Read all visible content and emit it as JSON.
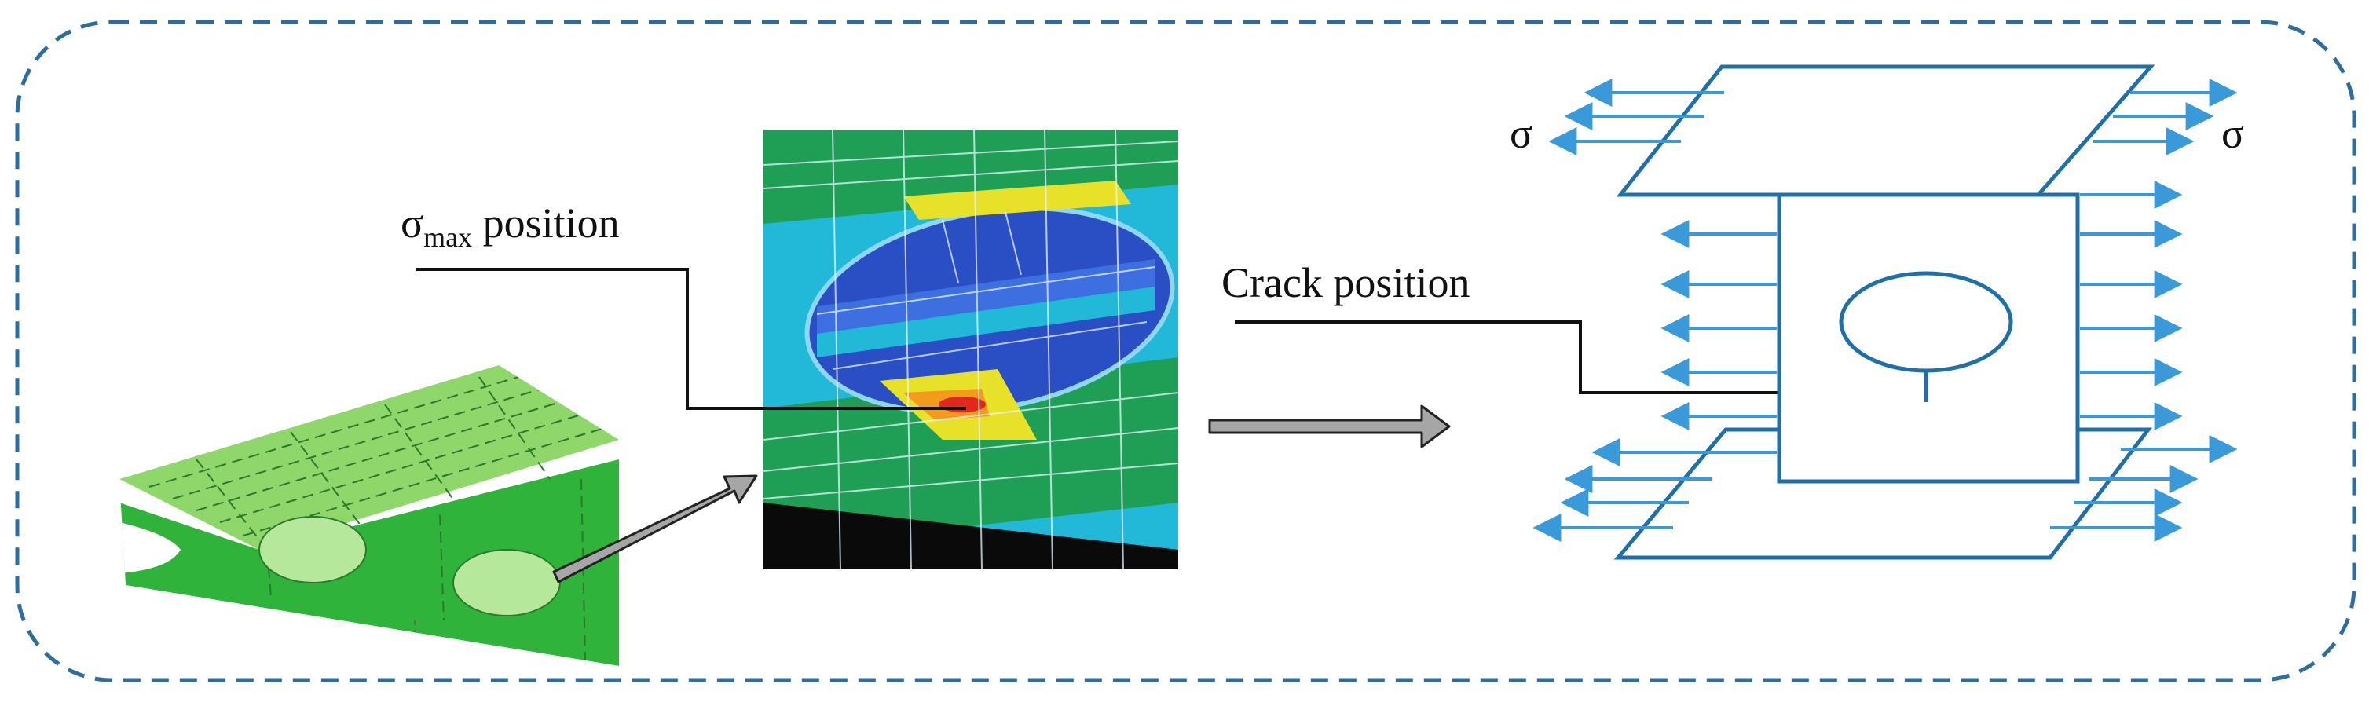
{
  "labels": {
    "sigma_symbol": "σ",
    "sigma_subscript": "max",
    "sigma_max_suffix": " position",
    "crack_position": "Crack position",
    "stress_left": "σ",
    "stress_right": "σ"
  },
  "colors": {
    "frame_border": "#2e6e9e",
    "specimen_stroke": "#1f6fa8",
    "load_arrow": "#3a9ad9",
    "leader_line": "#111111",
    "process_arrow_fill": "#a6a6a6",
    "hull_light_green": "#8fd66b",
    "hull_dark_green": "#2fb33a",
    "fe_blue": "#2a4fc4",
    "fe_cyan": "#22b8d8",
    "fe_green": "#1f9e55",
    "fe_yellow": "#e8e12a",
    "fe_red": "#e0281c"
  }
}
